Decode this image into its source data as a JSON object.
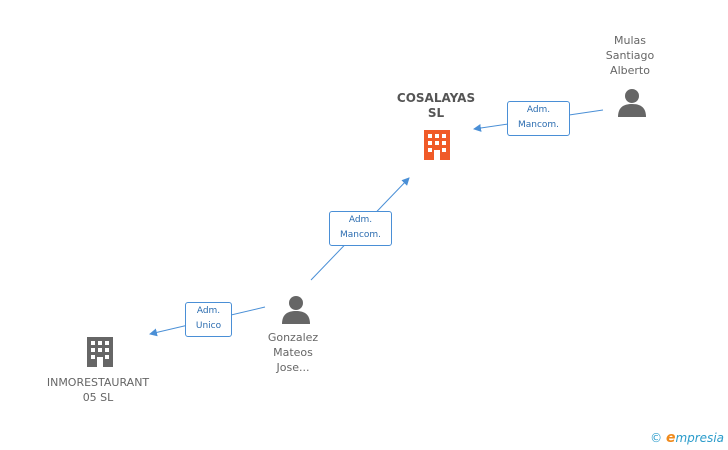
{
  "nodes": {
    "cosalayas": {
      "line1": "COSALAYAS",
      "line2": "SL",
      "icon": "building-icon",
      "color": "#f05a28"
    },
    "mulas": {
      "line1": "Mulas",
      "line2": "Santiago",
      "line3": "Alberto",
      "icon": "person-icon",
      "color": "#666666"
    },
    "gonzalez": {
      "line1": "Gonzalez",
      "line2": "Mateos",
      "line3": "Jose...",
      "icon": "person-icon",
      "color": "#666666"
    },
    "inmorestaurant": {
      "line1": "INMORESTAURANT",
      "line2": "05 SL",
      "icon": "building-icon",
      "color": "#666666"
    }
  },
  "edges": {
    "mulas_to_cosalayas": {
      "line1": "Adm.",
      "line2": "Mancom."
    },
    "gonzalez_to_cosalayas": {
      "line1": "Adm.",
      "line2": "Mancom."
    },
    "gonzalez_to_inmorestaurant": {
      "line1": "Adm.",
      "line2": "Unico"
    }
  },
  "colors": {
    "edge": "#4a8fd6",
    "accent": "#f05a28"
  },
  "footer": {
    "copyright": "©",
    "brand_e": "e",
    "brand_rest": "mpresia"
  }
}
